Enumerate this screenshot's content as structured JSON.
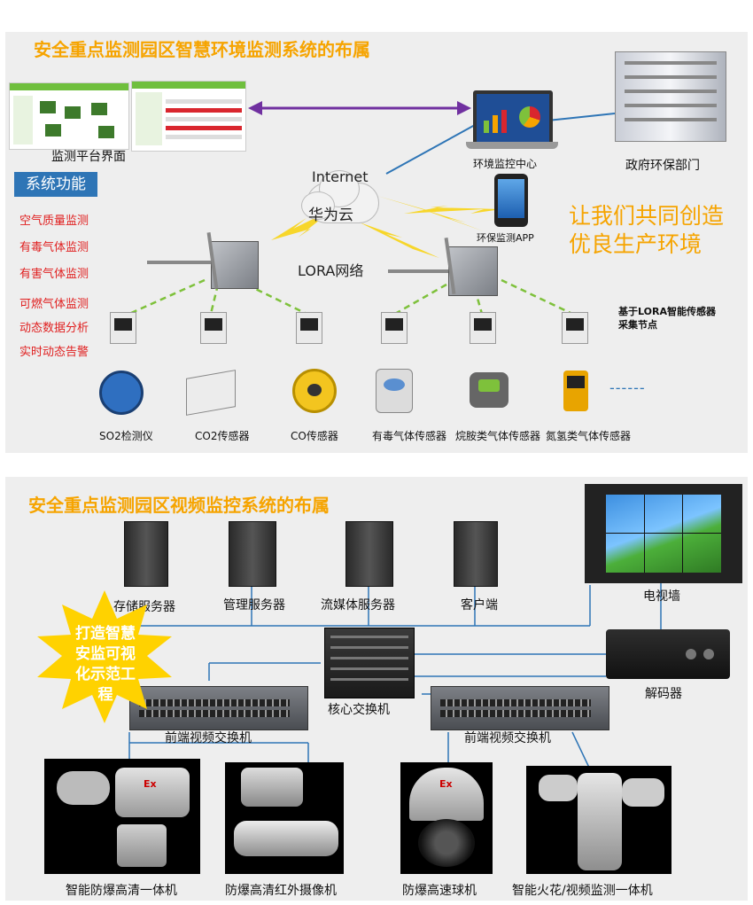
{
  "env": {
    "title": "安全重点监测园区智慧环境监测系统的布属",
    "platform_label": "监测平台界面",
    "center_label": "环境监控中心",
    "gov_label": "政府环保部门",
    "internet_label": "Internet",
    "cloud_label": "华为云",
    "app_label": "环保监测APP",
    "lora_label": "LORA网络",
    "node_label": "基于LORA智能传感器采集节点",
    "slogan_line1": "让我们共同创造",
    "slogan_line2": "优良生产环境",
    "func_badge": "系统功能",
    "functions": [
      "空气质量监测",
      "有毒气体监测",
      "有害气体监测",
      "可燃气体监测",
      "动态数据分析",
      "实时动态告警"
    ],
    "sensors": [
      "SO2检测仪",
      "CO2传感器",
      "CO传感器",
      "有毒气体传感器",
      "烷胺类气体传感器",
      "氮氢类气体传感器"
    ],
    "dashes": "------"
  },
  "video": {
    "title": "安全重点监测园区视频监控系统的布属",
    "servers": [
      "存储服务器",
      "管理服务器",
      "流媒体服务器",
      "客户端"
    ],
    "tv_wall": "电视墙",
    "decoder": "解码器",
    "core_switch": "核心交换机",
    "front_switch_1": "前端视频交换机",
    "front_switch_2": "前端视频交换机",
    "star_text": [
      "打造智慧",
      "安监可视",
      "化示范工",
      "程"
    ],
    "cameras": [
      "智能防爆高清一体机",
      "防爆高清红外摄像机",
      "防爆高速球机",
      "智能火花/视频监测一体机"
    ],
    "ex_mark": "Ex"
  }
}
